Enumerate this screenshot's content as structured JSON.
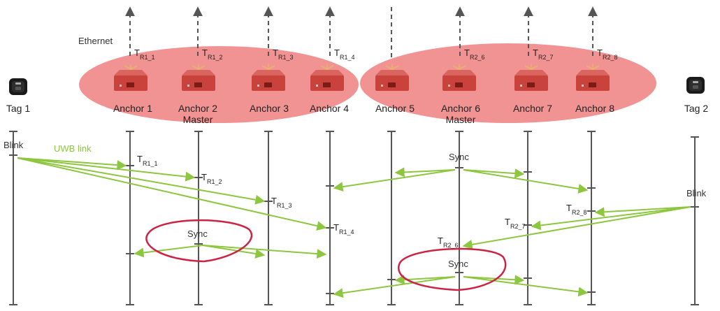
{
  "ethernet_label": "Ethernet",
  "uwb_label": "UWB link",
  "tags": {
    "tag1": {
      "label": "Tag 1",
      "blink": "Blink"
    },
    "tag2": {
      "label": "Tag 2",
      "blink": "Blink"
    }
  },
  "groups": {
    "left": {
      "anchors": [
        {
          "label": "Anchor 1",
          "sub": ""
        },
        {
          "label": "Anchor 2",
          "sub": "Master"
        },
        {
          "label": "Anchor 3",
          "sub": ""
        },
        {
          "label": "Anchor 4",
          "sub": ""
        }
      ],
      "upper_timestamps": [
        {
          "base": "T",
          "sub": "R1_1"
        },
        {
          "base": "T",
          "sub": "R1_2"
        },
        {
          "base": "T",
          "sub": "R1_3"
        },
        {
          "base": "T",
          "sub": "R1_4"
        }
      ],
      "lower_timestamps": [
        {
          "base": "T",
          "sub": "R1_1"
        },
        {
          "base": "T",
          "sub": "R1_2"
        },
        {
          "base": "T",
          "sub": "R1_3"
        },
        {
          "base": "T",
          "sub": "R1_4"
        }
      ],
      "sync": "Sync"
    },
    "right": {
      "anchors": [
        {
          "label": "Anchor 5",
          "sub": ""
        },
        {
          "label": "Anchor 6",
          "sub": "Master"
        },
        {
          "label": "Anchor 7",
          "sub": ""
        },
        {
          "label": "Anchor 8",
          "sub": ""
        }
      ],
      "upper_timestamps": [
        {
          "base": "T",
          "sub": "R2_6"
        },
        {
          "base": "T",
          "sub": "R2_7"
        },
        {
          "base": "T",
          "sub": "R2_8"
        }
      ],
      "lower_timestamps": [
        {
          "base": "T",
          "sub": "R2_8"
        },
        {
          "base": "T",
          "sub": "R2_7"
        },
        {
          "base": "T",
          "sub": "R2_6"
        }
      ],
      "sync_top": "Sync",
      "sync_bottom": "Sync"
    }
  },
  "colors": {
    "ellipse": "#f08080",
    "green": "#8dc63f",
    "red": "#cc2244",
    "line": "#555555",
    "anchor_body": "#c9423c"
  }
}
